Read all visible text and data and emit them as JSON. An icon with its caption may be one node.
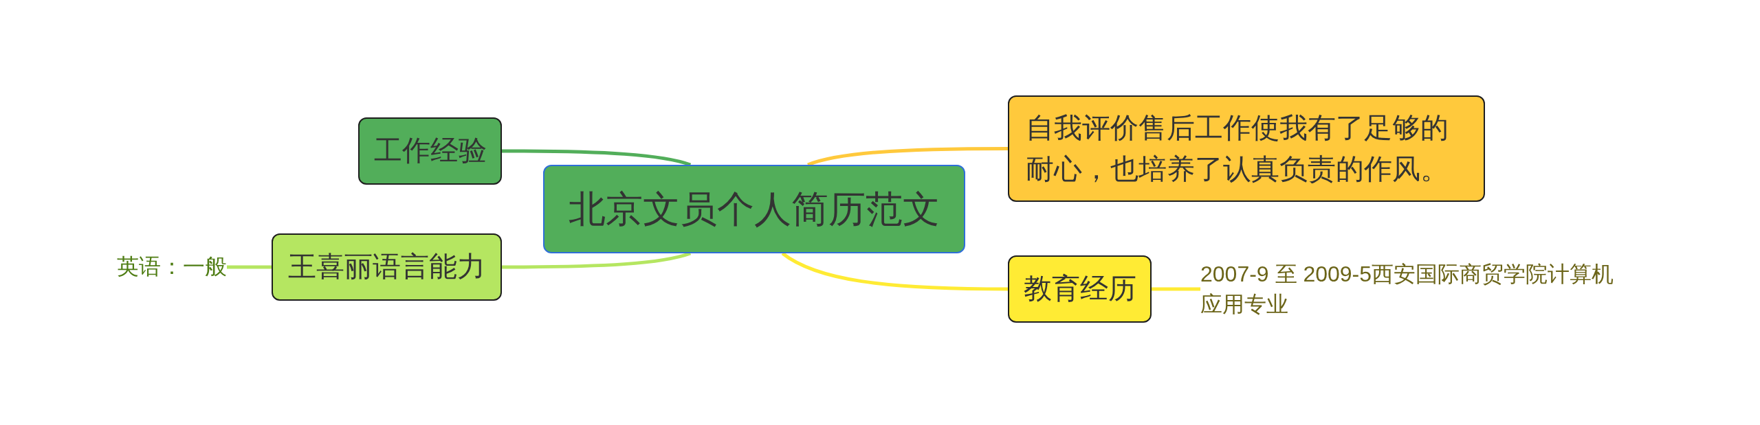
{
  "diagram": {
    "nodes": [
      {
        "text": [
          "北京文员个人简历范文"
        ]
      },
      {
        "text": [
          "工作经验"
        ]
      },
      {
        "text": [
          "王喜丽语言能力"
        ]
      },
      {
        "text": [
          "英语：一般"
        ]
      },
      {
        "text": [
          "自我评价售后工作使我有了足够的耐心，也培养了认真负责的作风。"
        ]
      },
      {
        "text": [
          "教育经历"
        ]
      },
      {
        "text": [
          "2007-9 至 2009-5西安国际商贸学院计算机应用专业"
        ]
      }
    ],
    "edges": [
      {
        "from": 0,
        "to": 1,
        "arrow": "none",
        "color": "#52ae5a"
      },
      {
        "from": 0,
        "to": 2,
        "arrow": "none",
        "color": "#b5e661"
      },
      {
        "from": 2,
        "to": 3,
        "arrow": "none",
        "color": "#b5e661"
      },
      {
        "from": 0,
        "to": 4,
        "arrow": "none",
        "color": "#ffc93c"
      },
      {
        "from": 0,
        "to": 5,
        "arrow": "none",
        "color": "#ffeb34"
      },
      {
        "from": 5,
        "to": 6,
        "arrow": "none",
        "color": "#ffeb34"
      }
    ]
  }
}
